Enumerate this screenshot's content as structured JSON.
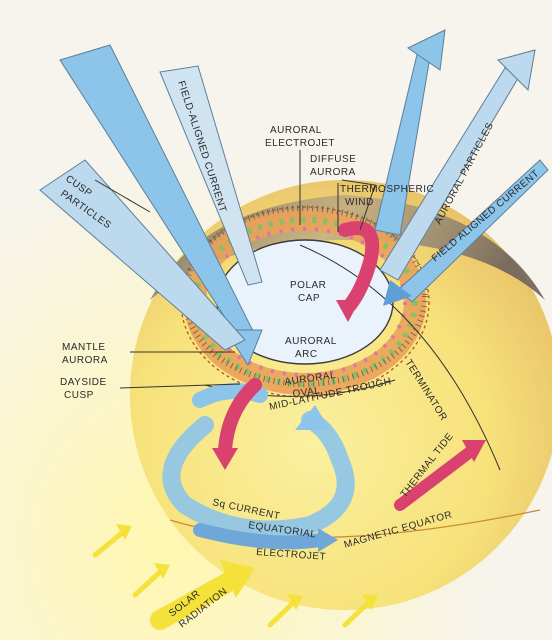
{
  "labels": {
    "field_aligned_current_left": "FIELD-ALIGNED CURRENT",
    "auroral_electrojet_1": "AURORAL",
    "auroral_electrojet_2": "ELECTROJET",
    "diffuse_aurora_1": "DIFFUSE",
    "diffuse_aurora_2": "AURORA",
    "thermospheric_wind_1": "THERMOSPHERIC",
    "thermospheric_wind_2": "WIND",
    "auroral_particles": "AURORAL PARTICLES",
    "field_aligned_current_right": "FIELD ALIGNED CURRENT",
    "cusp_particles_1": "CUSP",
    "cusp_particles_2": "PARTICLES",
    "polar_cap_1": "POLAR",
    "polar_cap_2": "CAP",
    "mantle_aurora_1": "MANTLE",
    "mantle_aurora_2": "AURORA",
    "auroral_arc_1": "AURORAL",
    "auroral_arc_2": "ARC",
    "dayside_cusp_1": "DAYSIDE",
    "dayside_cusp_2": "CUSP",
    "auroral_oval_1": "AURORAL",
    "auroral_oval_2": "OVAL",
    "mid_latitude_trough": "MID-LATITUDE TROUGH",
    "terminator": "TERMINATOR",
    "thermal_tide": "THERMAL TIDE",
    "sq_current": "Sq CURRENT",
    "equatorial": "EQUATORIAL",
    "electrojet": "ELECTROJET",
    "magnetic_equator": "MAGNETIC EQUATOR",
    "solar_radiation_1": "SOLAR",
    "solar_radiation_2": "RADIATION"
  },
  "colors": {
    "earth_day": "#f9e98a",
    "earth_night": "#9a9088",
    "oval": "#e9a25a",
    "blue_arrow": "#8cc4ea",
    "magenta_arrow": "#d9416f",
    "yellow_arrow": "#f4e13a",
    "cap": "#eaf3fb"
  }
}
